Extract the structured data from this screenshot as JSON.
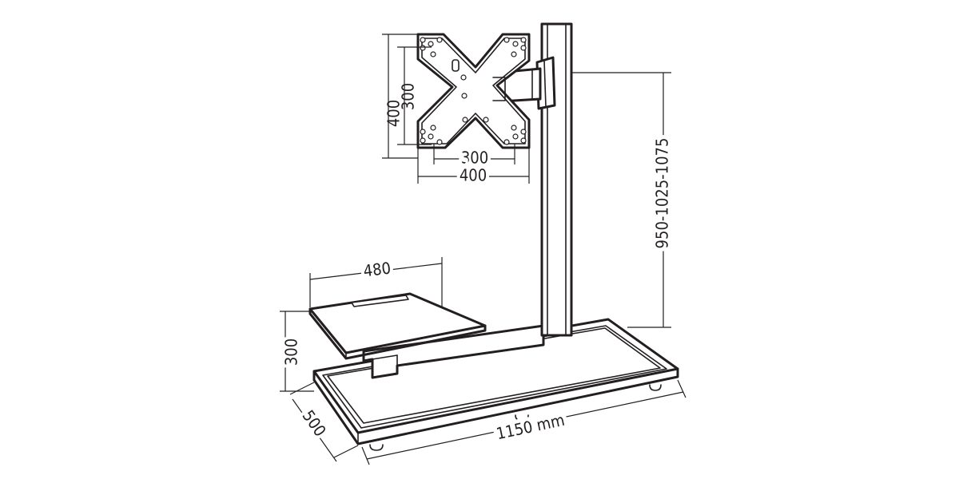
{
  "dimensions": {
    "vesa_height_outer": "400",
    "vesa_height_inner": "300",
    "vesa_width_inner": "300",
    "vesa_width_outer": "400",
    "mount_height": "950-1025-1075",
    "shelf_width": "480",
    "shelf_height": "300",
    "base_depth": "500",
    "base_width": "1150 mm"
  }
}
